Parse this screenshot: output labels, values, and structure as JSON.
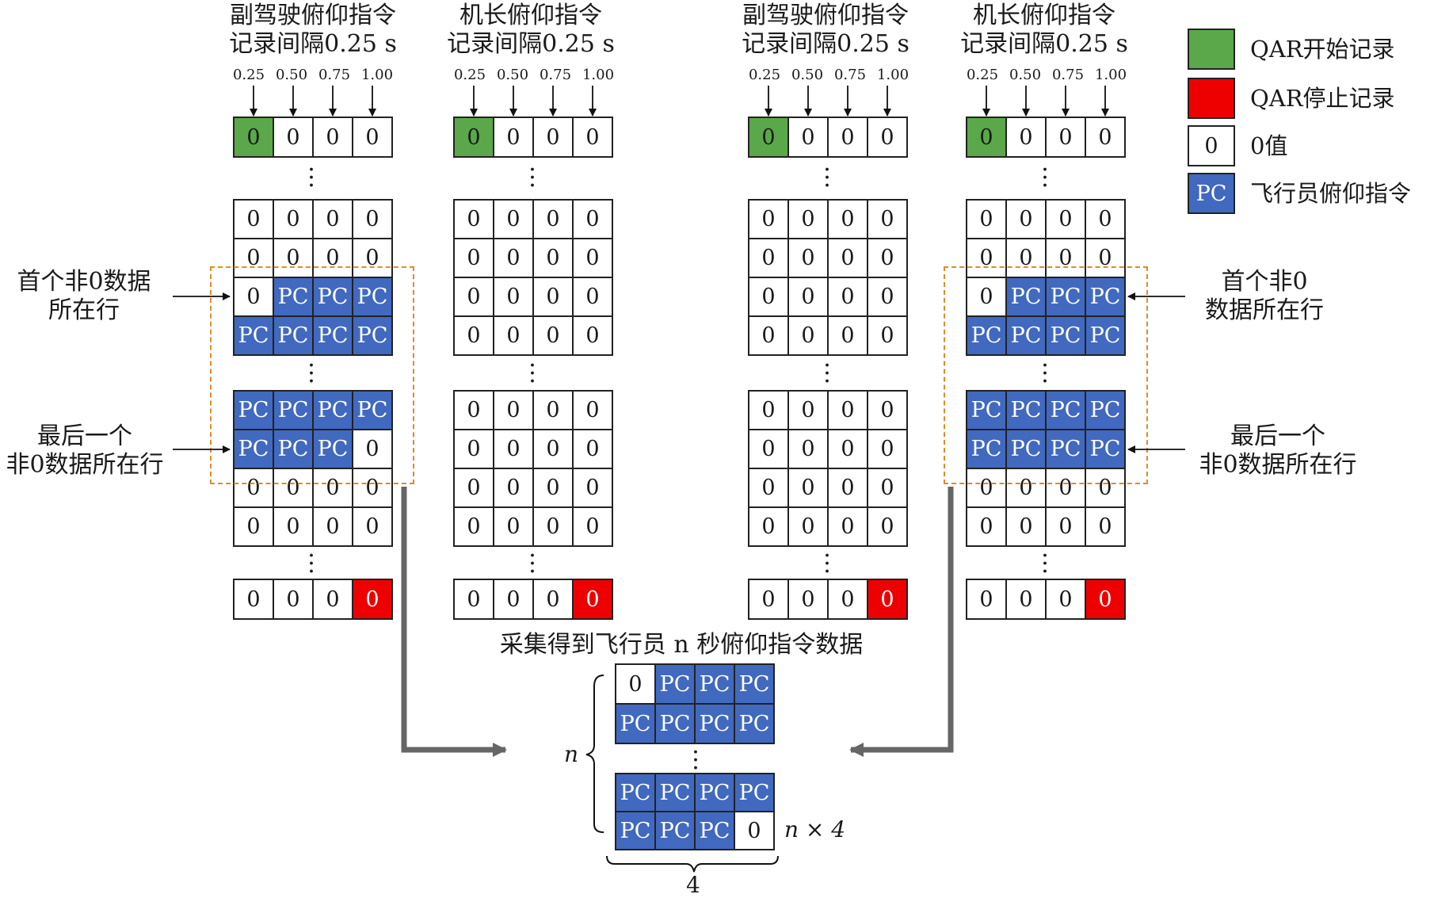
{
  "columns": [
    {
      "title_line1": "副驾驶俯仰指令",
      "title_line2": "记录间隔0.25 s"
    },
    {
      "title_line1": "机长俯仰指令",
      "title_line2": "记录间隔0.25 s"
    },
    {
      "title_line1": "副驾驶俯仰指令",
      "title_line2": "记录间隔0.25 s"
    },
    {
      "title_line1": "机长俯仰指令",
      "title_line2": "记录间隔0.25 s"
    }
  ],
  "ticks": [
    "0.25",
    "0.50",
    "0.75",
    "1.00"
  ],
  "cell_labels": {
    "zero": "0",
    "pc": "PC"
  },
  "annotations": {
    "left_first_l1": "首个非0数据",
    "left_first_l2": "所在行",
    "left_last_l1": "最后一个",
    "left_last_l2": "非0数据所在行",
    "right_first_l1": "首个非0",
    "right_first_l2": "数据所在行",
    "right_last_l1": "最后一个",
    "right_last_l2": "非0数据所在行"
  },
  "result": {
    "title": "采集得到飞行员 n 秒俯仰指令数据",
    "rows_label": "n",
    "size_label": "n × 4",
    "width_label": "4"
  },
  "legend": [
    {
      "swatch": "",
      "label": "QAR开始记录",
      "color": "#5aa84a"
    },
    {
      "swatch": "",
      "label": "QAR停止记录",
      "color": "#ee0000"
    },
    {
      "swatch": "0",
      "label": "0值",
      "color": "#ffffff"
    },
    {
      "swatch": "PC",
      "label": "飞行员俯仰指令",
      "color": "#4169bf"
    }
  ],
  "colors": {
    "start": "#5aa84a",
    "stop": "#ee0000",
    "pc": "#4169bf",
    "dashed_box": "#e08a2a",
    "arrow": "#666666"
  }
}
